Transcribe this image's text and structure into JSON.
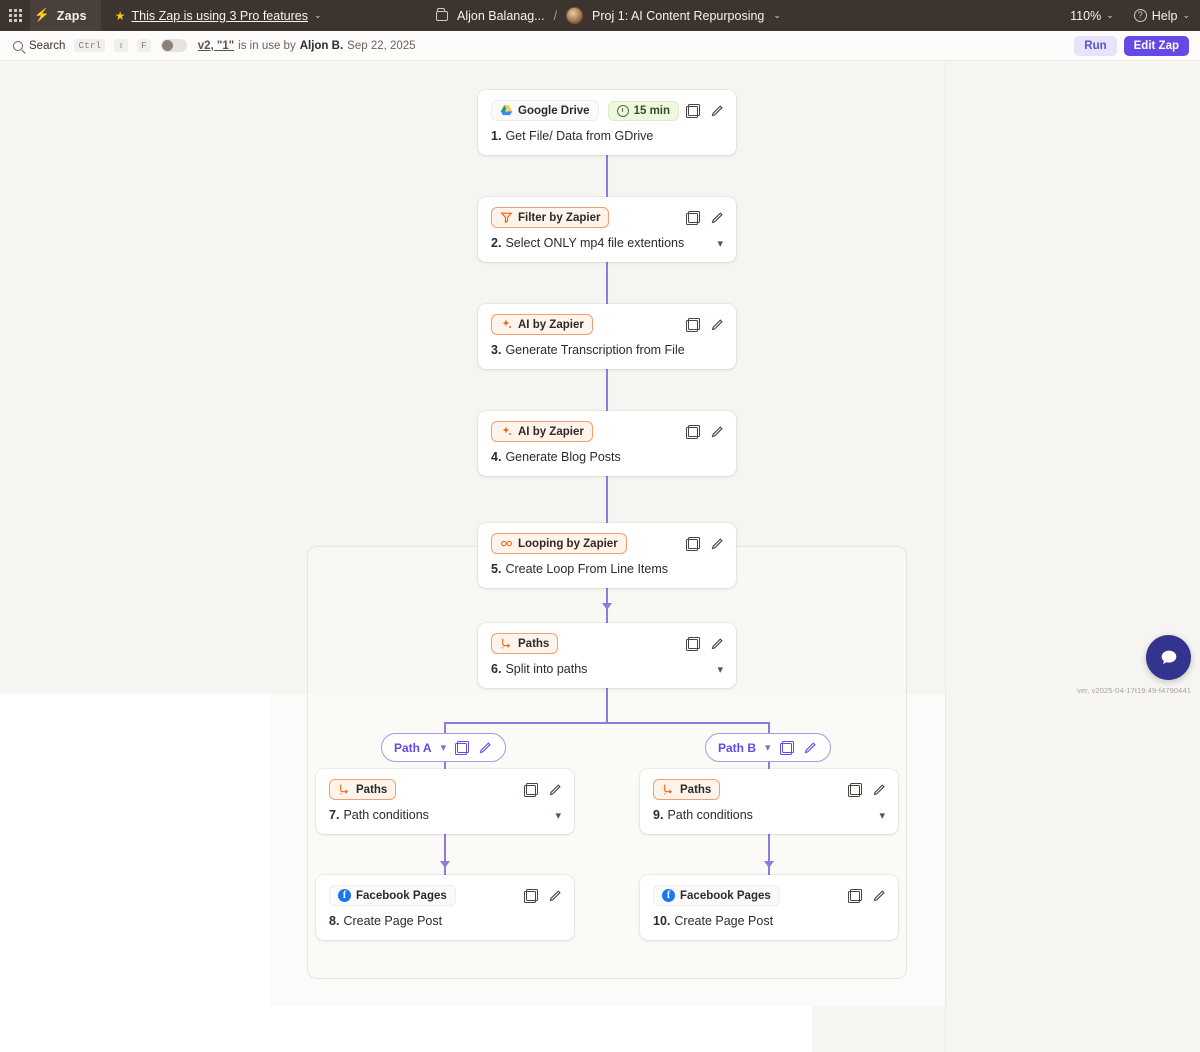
{
  "topbar": {
    "grid_icon": "apps-grid-icon",
    "bolt_icon": "zapier-bolt-icon",
    "zaps_label": "Zaps",
    "star_icon": "star-icon",
    "pro_label": "This Zap is using 3 Pro features",
    "pro_chevron": "⌄",
    "folder_icon": "folder-icon",
    "folder_label": "Aljon Balanag...",
    "separator": "/",
    "avatar": "user-avatar",
    "project_label": "Proj 1: AI Content Repurposing",
    "project_chevron": "⌄",
    "zoom_label": "110%",
    "zoom_chevron": "⌄",
    "help_icon": "question-mark-icon",
    "help_label": "Help",
    "help_chevron": "⌄"
  },
  "subbar": {
    "search_icon": "search-icon",
    "search_label": "Search",
    "kbd_ctrl": "Ctrl",
    "kbd_shift": "⇧",
    "kbd_f": "F",
    "toggle": "draft-live-toggle",
    "version_link": "v2, \"1\"",
    "version_mid": "is in use by",
    "version_user": "Aljon B.",
    "version_date": "Sep 22, 2025",
    "run_label": "Run",
    "edit_label": "Edit Zap"
  },
  "canvas": {
    "version_text": "ver. v2025-04-17t19:49-f4790441",
    "chat_icon": "chat-bubble-icon",
    "loop_container": "looping-container"
  },
  "nodes": [
    {
      "id": "node-1",
      "app": "Google Drive",
      "app_icon": "google-drive-icon",
      "badge_style": "plain",
      "time_badge": "15 min",
      "time_icon": "clock-icon",
      "num": "1.",
      "title": "Get File/ Data from GDrive",
      "has_chevron": false
    },
    {
      "id": "node-2",
      "app": "Filter by Zapier",
      "app_icon": "filter-funnel-icon",
      "badge_style": "orange",
      "num": "2.",
      "title": "Select ONLY mp4 file extentions",
      "has_chevron": true
    },
    {
      "id": "node-3",
      "app": "AI by Zapier",
      "app_icon": "ai-sparkle-icon",
      "badge_style": "orange",
      "num": "3.",
      "title": "Generate Transcription from File",
      "has_chevron": false
    },
    {
      "id": "node-4",
      "app": "AI by Zapier",
      "app_icon": "ai-sparkle-icon",
      "badge_style": "orange",
      "num": "4.",
      "title": "Generate Blog Posts",
      "has_chevron": false
    },
    {
      "id": "node-5",
      "app": "Looping by Zapier",
      "app_icon": "loop-infinity-icon",
      "badge_style": "orange",
      "num": "5.",
      "title": "Create Loop From Line Items",
      "has_chevron": false
    },
    {
      "id": "node-6",
      "app": "Paths",
      "app_icon": "paths-branch-icon",
      "badge_style": "orange",
      "num": "6.",
      "title": "Split into paths",
      "has_chevron": true
    },
    {
      "id": "node-7",
      "app": "Paths",
      "app_icon": "paths-branch-icon",
      "badge_style": "orange",
      "num": "7.",
      "title": "Path conditions",
      "has_chevron": true
    },
    {
      "id": "node-8",
      "app": "Facebook Pages",
      "app_icon": "facebook-icon",
      "badge_style": "plain",
      "num": "8.",
      "title": "Create Page Post",
      "has_chevron": false
    },
    {
      "id": "node-9",
      "app": "Paths",
      "app_icon": "paths-branch-icon",
      "badge_style": "orange",
      "num": "9.",
      "title": "Path conditions",
      "has_chevron": true
    },
    {
      "id": "node-10",
      "app": "Facebook Pages",
      "app_icon": "facebook-icon",
      "badge_style": "plain",
      "num": "10.",
      "title": "Create Page Post",
      "has_chevron": false
    }
  ],
  "paths": [
    {
      "label": "Path A",
      "chevron": "⌄"
    },
    {
      "label": "Path B",
      "chevron": "⌄"
    }
  ],
  "colors": {
    "accent_purple": "#6449e6",
    "connector_purple": "#8b7de0",
    "badge_orange_border": "#f0a070",
    "badge_orange_bg": "#fff4ec",
    "topbar_bg": "#3d3430",
    "canvas_bg": "#f7f5f2",
    "facebook_blue": "#1877f2"
  }
}
